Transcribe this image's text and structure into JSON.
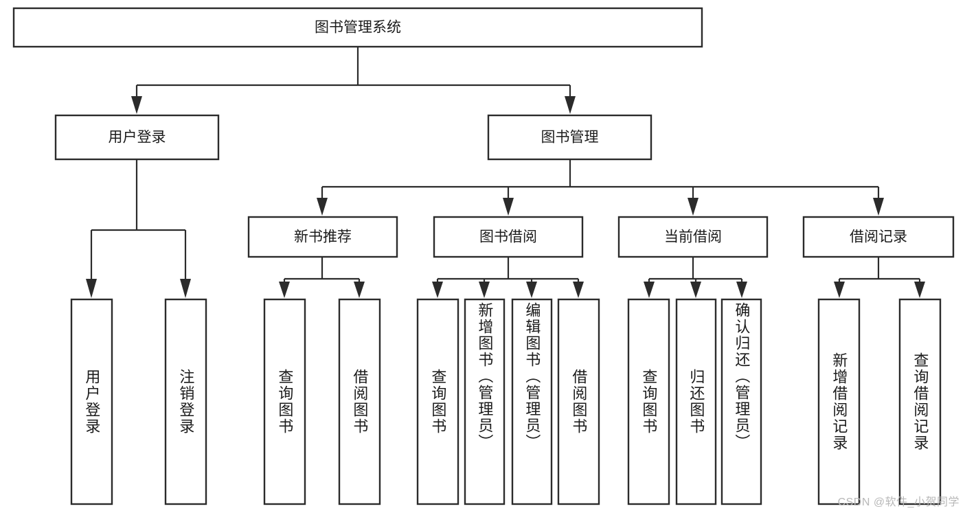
{
  "diagram": {
    "type": "tree-hierarchy",
    "title": "图书管理系统",
    "root": {
      "id": "root",
      "label": "图书管理系统"
    },
    "level1": [
      {
        "id": "user-login",
        "label": "用户登录"
      },
      {
        "id": "book-management",
        "label": "图书管理"
      }
    ],
    "level2": [
      {
        "id": "new-book-recommend",
        "label": "新书推荐",
        "parent": "book-management"
      },
      {
        "id": "book-borrow",
        "label": "图书借阅",
        "parent": "book-management"
      },
      {
        "id": "current-borrow",
        "label": "当前借阅",
        "parent": "book-management"
      },
      {
        "id": "borrow-record",
        "label": "借阅记录",
        "parent": "book-management"
      }
    ],
    "leaves": [
      {
        "id": "leaf-user-login",
        "label": "用户登录",
        "parent": "user-login"
      },
      {
        "id": "leaf-logout-login",
        "label": "注销登录",
        "parent": "user-login"
      },
      {
        "id": "leaf-query-book-1",
        "label": "查询图书",
        "parent": "new-book-recommend"
      },
      {
        "id": "leaf-borrow-book-1",
        "label": "借阅图书",
        "parent": "new-book-recommend"
      },
      {
        "id": "leaf-query-book-2",
        "label": "查询图书",
        "parent": "book-borrow"
      },
      {
        "id": "leaf-add-book",
        "label": "新增图书（管理员）",
        "parent": "book-borrow"
      },
      {
        "id": "leaf-edit-book",
        "label": "编辑图书（管理员）",
        "parent": "book-borrow"
      },
      {
        "id": "leaf-borrow-book-2",
        "label": "借阅图书",
        "parent": "book-borrow"
      },
      {
        "id": "leaf-query-book-3",
        "label": "查询图书",
        "parent": "current-borrow"
      },
      {
        "id": "leaf-return-book",
        "label": "归还图书",
        "parent": "current-borrow"
      },
      {
        "id": "leaf-confirm-return",
        "label": "确认归还（管理员）",
        "parent": "current-borrow"
      },
      {
        "id": "leaf-add-record",
        "label": "新增借阅记录",
        "parent": "borrow-record"
      },
      {
        "id": "leaf-query-record",
        "label": "查询借阅记录",
        "parent": "borrow-record"
      }
    ]
  },
  "watermark": {
    "text": "CSDN @软件_小贺同学"
  },
  "colors": {
    "stroke": "#2b2b2b",
    "fill": "#ffffff",
    "text": "#1b1b1b",
    "watermark": "#b8b8b8",
    "background": "#ffffff"
  }
}
